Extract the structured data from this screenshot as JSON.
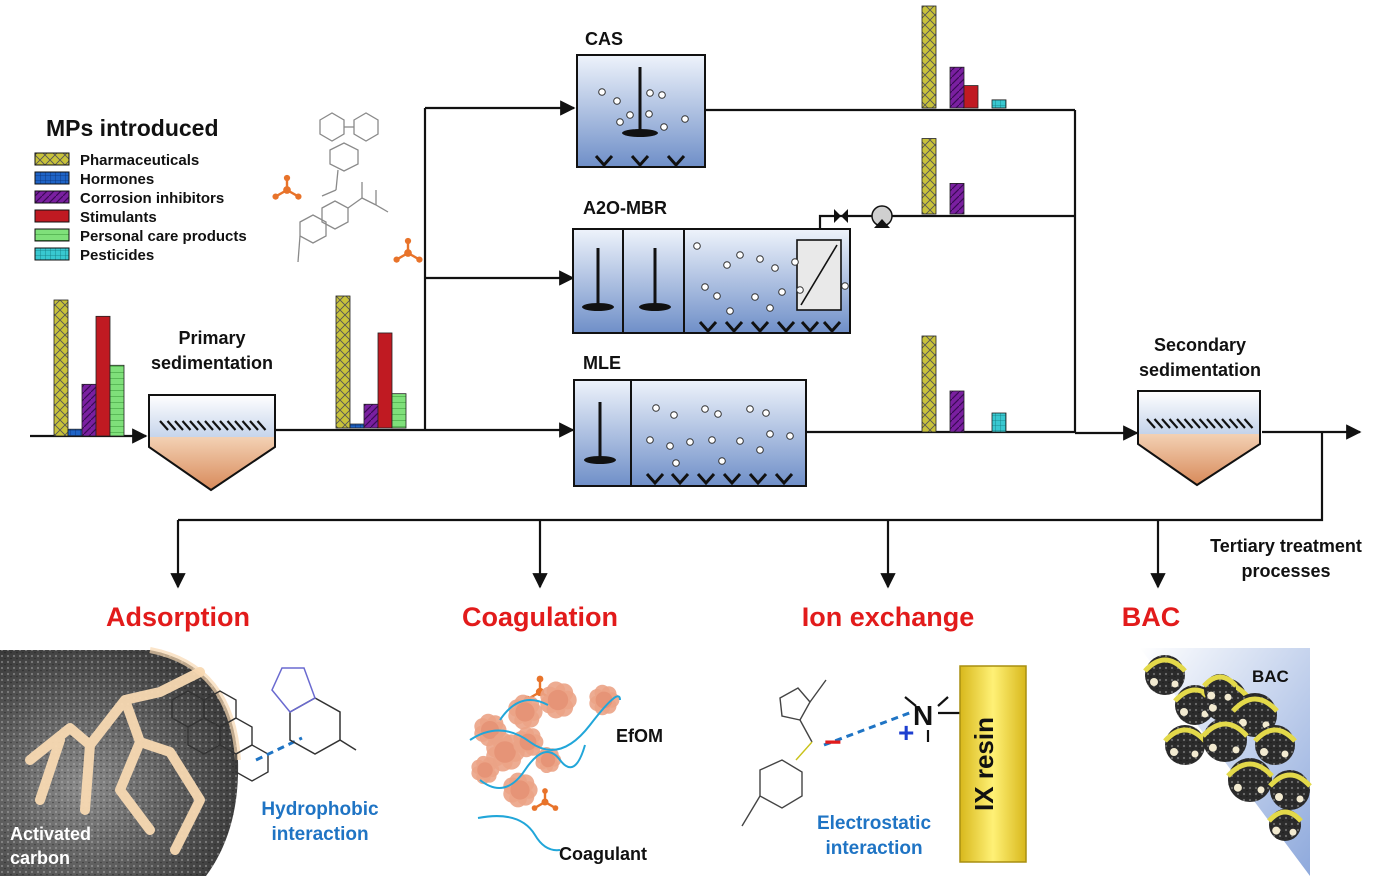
{
  "legend": {
    "title": "MPs introduced",
    "items": [
      {
        "key": "pharma",
        "label": "Pharmaceuticals",
        "color": "#c8c23a",
        "pattern": "cross"
      },
      {
        "key": "hormone",
        "label": "Hormones",
        "color": "#1e63c6",
        "pattern": "grid"
      },
      {
        "key": "corrosion",
        "label": "Corrosion inhibitors",
        "color": "#7a1fa0",
        "pattern": "diag"
      },
      {
        "key": "stimulant",
        "label": "Stimulants",
        "color": "#c01a22",
        "pattern": "solid"
      },
      {
        "key": "pcp",
        "label": "Personal care products",
        "color": "#7fe07a",
        "pattern": "hlines"
      },
      {
        "key": "pesticide",
        "label": "Pesticides",
        "color": "#38c8d0",
        "pattern": "grid"
      }
    ]
  },
  "units": {
    "primary": [
      "Primary",
      "sedimentation"
    ],
    "secondary": [
      "Secondary",
      "sedimentation"
    ],
    "cas": "CAS",
    "a2o": "A2O-MBR",
    "mle": "MLE",
    "tertiary": [
      "Tertiary treatment",
      "processes"
    ]
  },
  "chart_data": [
    {
      "type": "bar",
      "name": "influent",
      "categories": [
        "Pharmaceuticals",
        "Hormones",
        "Corrosion inhibitors",
        "Stimulants",
        "Personal care products",
        "Pesticides"
      ],
      "values": [
        100,
        5,
        38,
        88,
        52,
        0
      ]
    },
    {
      "type": "bar",
      "name": "after-primary",
      "categories": [
        "Pharmaceuticals",
        "Hormones",
        "Corrosion inhibitors",
        "Stimulants",
        "Personal care products",
        "Pesticides"
      ],
      "values": [
        100,
        3,
        18,
        72,
        26,
        0
      ]
    },
    {
      "type": "bar",
      "name": "cas-effluent",
      "categories": [
        "Pharmaceuticals",
        "Hormones",
        "Corrosion inhibitors",
        "Stimulants",
        "Personal care products",
        "Pesticides"
      ],
      "values": [
        100,
        0,
        40,
        22,
        0,
        8
      ]
    },
    {
      "type": "bar",
      "name": "a2o-effluent",
      "categories": [
        "Pharmaceuticals",
        "Hormones",
        "Corrosion inhibitors",
        "Stimulants",
        "Personal care products",
        "Pesticides"
      ],
      "values": [
        74,
        0,
        30,
        0,
        0,
        0
      ]
    },
    {
      "type": "bar",
      "name": "mle-effluent",
      "categories": [
        "Pharmaceuticals",
        "Hormones",
        "Corrosion inhibitors",
        "Stimulants",
        "Personal care products",
        "Pesticides"
      ],
      "values": [
        96,
        0,
        41,
        0,
        0,
        19
      ]
    }
  ],
  "processes": {
    "adsorption": {
      "title": "Adsorption",
      "interaction": [
        "Hydrophobic",
        "interaction"
      ],
      "material": [
        "Activated",
        "carbon"
      ]
    },
    "coagulation": {
      "title": "Coagulation",
      "efom": "EfOM",
      "coagulant": "Coagulant"
    },
    "ion_exchange": {
      "title": "Ion exchange",
      "interaction": [
        "Electrostatic",
        "interaction"
      ],
      "resin": "IX resin",
      "nitrogen": "N",
      "plus": "+",
      "minus": "−"
    },
    "bac": {
      "title": "BAC",
      "label": "BAC"
    }
  }
}
